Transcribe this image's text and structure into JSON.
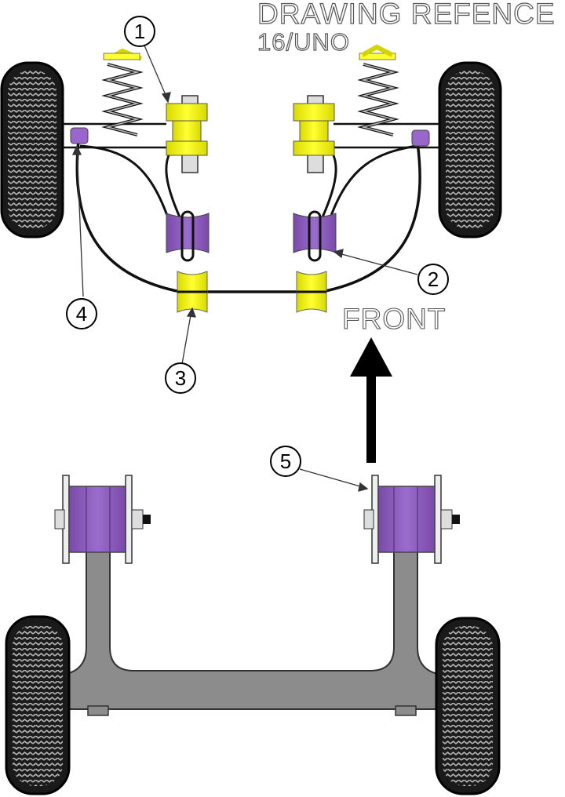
{
  "header": {
    "title": "DRAWING REFENCE",
    "subtitle": "16/UNO"
  },
  "front_label": "FRONT",
  "callouts": [
    {
      "number": "1"
    },
    {
      "number": "2"
    },
    {
      "number": "3"
    },
    {
      "number": "4"
    },
    {
      "number": "5"
    }
  ],
  "colors": {
    "yellow_bush": "#ffff33",
    "purple_bush": "#9966cc",
    "tyre": "#1a1a1a",
    "beam": "#8c8c8c",
    "line": "#111111",
    "header_outline": "#555555"
  }
}
